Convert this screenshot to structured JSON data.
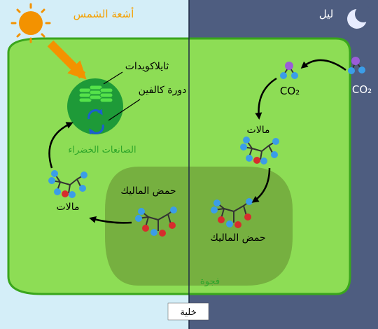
{
  "labels": {
    "sunlight": "أشعة الشمس",
    "night": "ليل",
    "co2_out": "CO₂",
    "co2_in": "CO₂",
    "thylakoids": "ثايلاكويدات",
    "calvin_cycle": "دورة كالفين",
    "chloroplast": "الصانعات الخضراء",
    "malate_right": "مالات",
    "malate_left": "مالات",
    "malic_acid_vacuole": "حمض الماليك",
    "malic_acid_right": "حمض الماليك",
    "vacuole": "فجوة",
    "cell": "خلية"
  },
  "colors": {
    "day_bg": "#d4eef8",
    "night_bg": "#4e5d80",
    "cell_fill": "#8ddd55",
    "cell_border": "#3aa61c",
    "vacuole_fill": "#76b040",
    "chloroplast_fill": "#1e9a38",
    "sun": "#f39200",
    "sun_arrow": "#f39200",
    "label_orange": "#f5a000",
    "label_green": "#2ea52a",
    "atom_blue": "#3b9de8",
    "atom_red": "#d72d2d",
    "atom_purple": "#9b5cd8",
    "calvin_arrows": "#1b5fcf"
  },
  "icons": [
    "sun-icon",
    "moon-icon",
    "stack-icon",
    "cycle-icon",
    "molecule-icon"
  ]
}
